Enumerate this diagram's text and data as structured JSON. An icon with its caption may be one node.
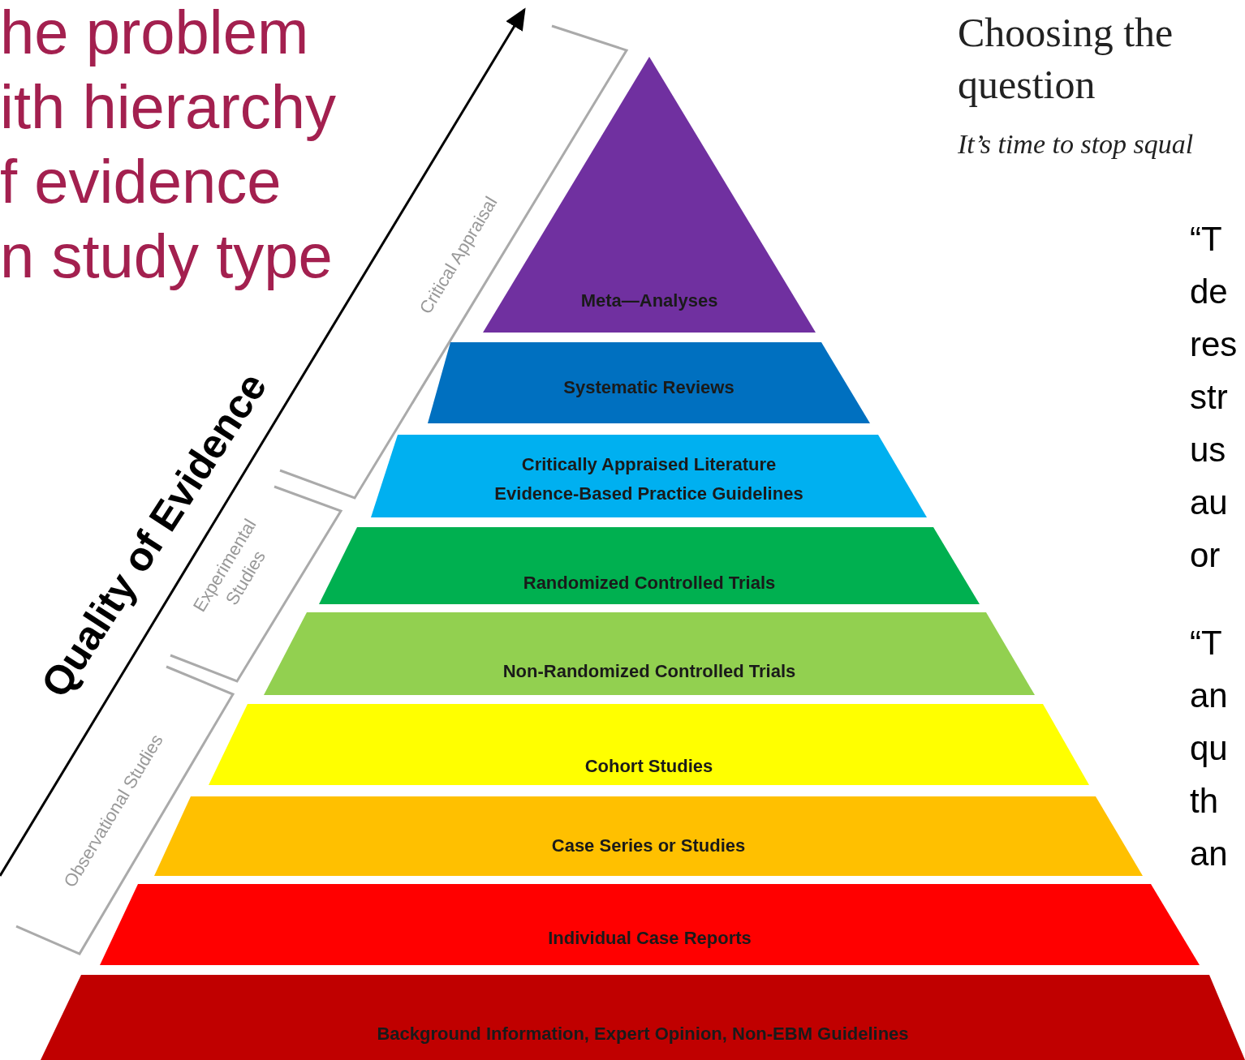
{
  "diagram": {
    "nodes": [
      {
        "text": [
          "Meta—Analyses"
        ]
      },
      {
        "text": [
          "Systematic Reviews"
        ]
      },
      {
        "text": [
          "Critically Appraised Literature",
          "Evidence-Based Practice Guidelines"
        ]
      },
      {
        "text": [
          "Randomized Controlled Trials"
        ]
      },
      {
        "text": [
          "Non-Randomized Controlled Trials"
        ]
      },
      {
        "text": [
          "Cohort Studies"
        ]
      },
      {
        "text": [
          "Case Series or Studies"
        ]
      },
      {
        "text": [
          "Individual Case Reports"
        ]
      },
      {
        "text": [
          "Background Information, Expert Opinion, Non-EBM Guidelines"
        ]
      }
    ],
    "edges": [],
    "labels": [
      "he problem",
      "ith hierarchy",
      "f evidence",
      "n study type",
      "Quality of Evidence",
      "Critical Appraisal",
      "Experimental Studies",
      "Observational Studies",
      "Choosing the question",
      "It’s time to stop squal",
      "“T de res str us au or",
      "“T an qu th an"
    ]
  }
}
